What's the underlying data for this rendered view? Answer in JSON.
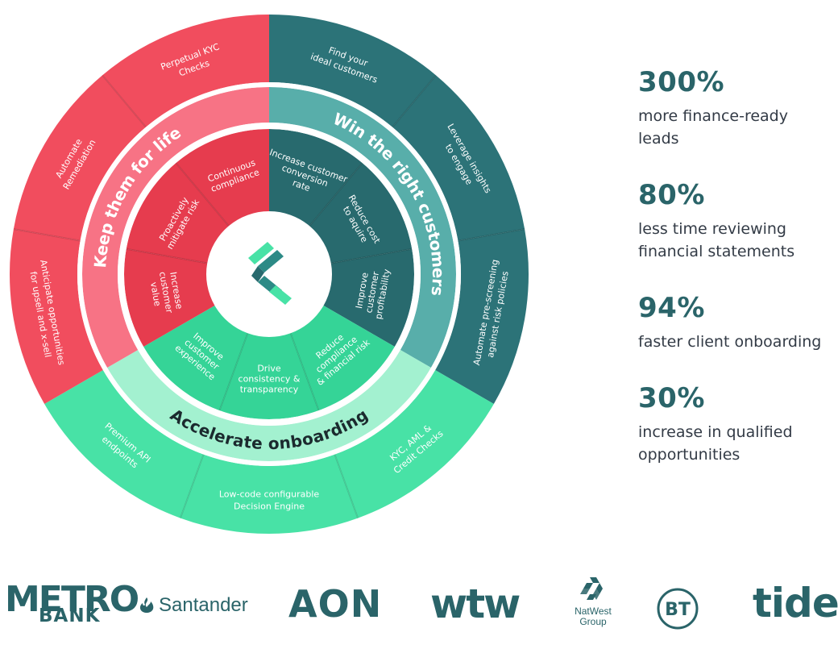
{
  "colors": {
    "red_outer": "#f14d5e",
    "red_band": "#f77385",
    "red_inner": "#e63c4e",
    "teal_outer": "#2c7378",
    "teal_band": "#58aeaa",
    "teal_inner": "#286a6e",
    "green_outer": "#48e2a6",
    "green_band": "#a3f1d0",
    "green_inner": "#35d497",
    "brand_text": "#2a6469",
    "body_text": "#333b46"
  },
  "wheel": {
    "center_icon": "brand-logo-icon",
    "groups": [
      {
        "key": "teal",
        "title": "Win the right customers",
        "outer": [
          {
            "id": "find-ideal-customers",
            "lines": [
              "Find your",
              "ideal customers"
            ]
          },
          {
            "id": "leverage-insights",
            "lines": [
              "Leverage insights",
              "to engage"
            ]
          },
          {
            "id": "automate-prescreening",
            "lines": [
              "Automate pre-screening",
              "against risk policies"
            ]
          }
        ],
        "inner": [
          {
            "id": "increase-conversion",
            "lines": [
              "Increase customer",
              "conversion",
              "rate"
            ]
          },
          {
            "id": "reduce-acquire-cost",
            "lines": [
              "Reduce cost",
              "to aquire"
            ]
          },
          {
            "id": "improve-profitability",
            "lines": [
              "Improve",
              "customer",
              "profitability"
            ]
          }
        ]
      },
      {
        "key": "green",
        "title": "Accelerate onboarding",
        "outer": [
          {
            "id": "kyc-aml-credit",
            "lines": [
              "KYC, AML &",
              "Credit Checks"
            ]
          },
          {
            "id": "low-code-engine",
            "lines": [
              "Low-code configurable",
              "Decision Engine"
            ]
          },
          {
            "id": "premium-api",
            "lines": [
              "Premium API",
              "endpoints"
            ]
          }
        ],
        "inner": [
          {
            "id": "reduce-compliance-risk",
            "lines": [
              "Reduce",
              "compliance",
              "& financial risk"
            ]
          },
          {
            "id": "drive-consistency",
            "lines": [
              "Drive",
              "consistency &",
              "transparency"
            ]
          },
          {
            "id": "improve-experience",
            "lines": [
              "Improve",
              "customer",
              "experience"
            ]
          }
        ]
      },
      {
        "key": "red",
        "title": "Keep them for life",
        "outer": [
          {
            "id": "anticipate-opportunities",
            "lines": [
              "Anticipate opportunities",
              "for upsell and x-sell"
            ]
          },
          {
            "id": "automate-remediation",
            "lines": [
              "Automate",
              "Remediation"
            ]
          },
          {
            "id": "perpetual-kyc",
            "lines": [
              "Perpetual KYC",
              "Checks"
            ]
          }
        ],
        "inner": [
          {
            "id": "increase-customer-value",
            "lines": [
              "Increase",
              "customer",
              "value"
            ]
          },
          {
            "id": "mitigate-risk",
            "lines": [
              "Proactively",
              "mitigate risk"
            ]
          },
          {
            "id": "continuous-compliance",
            "lines": [
              "Continuous",
              "compliance"
            ]
          }
        ]
      }
    ]
  },
  "stats": [
    {
      "value": "300%",
      "label_lines": [
        "more finance-ready",
        "leads"
      ]
    },
    {
      "value": "80%",
      "label_lines": [
        "less time reviewing",
        "financial statements"
      ]
    },
    {
      "value": "94%",
      "label_lines": [
        "faster client onboarding"
      ]
    },
    {
      "value": "30%",
      "label_lines": [
        "increase in qualified",
        "opportunities"
      ]
    }
  ],
  "logos": {
    "metro_line1": "METRO",
    "metro_line2": "BANK",
    "santander": "Santander",
    "aon": "AON",
    "wtw": "wtw",
    "natwest_line1": "NatWest",
    "natwest_line2": "Group",
    "bt": "BT",
    "tide": "tide"
  }
}
